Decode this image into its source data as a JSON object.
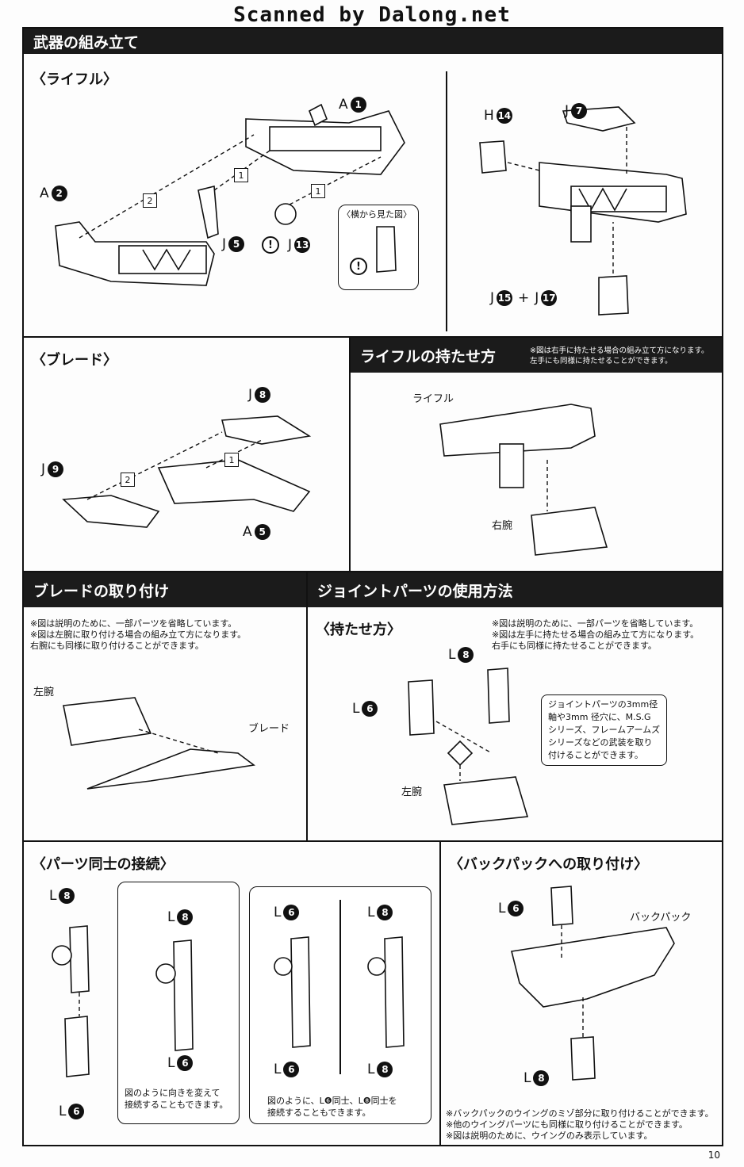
{
  "watermark": "Scanned by Dalong.net",
  "page_number": "10",
  "sections": {
    "weapon_title": "武器の組み立て",
    "rifle_sub": "〈ライフル〉",
    "side_view": "〈横から見た図〉",
    "blade_sub": "〈ブレード〉",
    "rifle_hold_title": "ライフルの持たせ方",
    "rifle_hold_note": "※図は右手に持たせる場合の組み立て方になります。\n左手にも同様に持たせることができます。",
    "rifle_label": "ライフル",
    "right_arm": "右腕",
    "blade_attach_title": "ブレードの取り付け",
    "blade_attach_note": "※図は説明のために、一部パーツを省略しています。\n※図は左腕に取り付ける場合の組み立て方になります。\n右腕にも同様に取り付けることができます。",
    "left_arm": "左腕",
    "blade_label": "ブレード",
    "joint_title": "ジョイントパーツの使用方法",
    "hold_sub": "〈持たせ方〉",
    "joint_note": "※図は説明のために、一部パーツを省略しています。\n※図は左手に持たせる場合の組み立て方になります。\n右手にも同様に持たせることができます。",
    "joint_callout": "ジョイントパーツの3mm径\n軸や3mm 径穴に、M.S.G\nシリーズ、フレームアームズ\nシリーズなどの武装を取り\n付けることができます。",
    "left_arm2": "左腕",
    "parts_connect_sub": "〈パーツ同士の接続〉",
    "parts_caption1": "図のように向きを変えて\n接続することもできます。",
    "parts_caption2": "図のように、L❻同士、L❽同士を\n接続することもできます。",
    "backpack_sub": "〈バックパックへの取り付け〉",
    "backpack_label": "バックパック",
    "backpack_note": "※バックパックのウイングのミゾ部分に取り付けることができます。\n※他のウイングパーツにも同様に取り付けることができます。\n※図は説明のために、ウイングのみ表示しています。"
  },
  "parts": {
    "A1": {
      "letter": "A",
      "num": "1"
    },
    "A2": {
      "letter": "A",
      "num": "2"
    },
    "J5": {
      "letter": "J",
      "num": "5"
    },
    "J13": {
      "letter": "J",
      "num": "13"
    },
    "H14": {
      "letter": "H",
      "num": "14"
    },
    "J7": {
      "letter": "J",
      "num": "7"
    },
    "J15": {
      "letter": "J",
      "num": "15"
    },
    "J17": {
      "letter": "J",
      "num": "17"
    },
    "J8": {
      "letter": "J",
      "num": "8"
    },
    "J9": {
      "letter": "J",
      "num": "9"
    },
    "A5": {
      "letter": "A",
      "num": "5"
    },
    "L6": {
      "letter": "L",
      "num": "6"
    },
    "L8": {
      "letter": "L",
      "num": "8"
    },
    "plus": "+"
  },
  "steps": {
    "one": "1",
    "two": "2"
  },
  "warn_mark": "!"
}
